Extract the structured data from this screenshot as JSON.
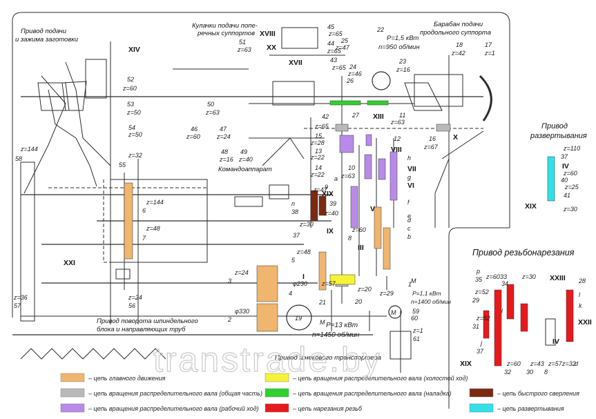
{
  "titles": {
    "feed_clamp": [
      "Привод подачи",
      "и зажима заготовки"
    ],
    "cross_cams": [
      "Кулачки подачи попе-",
      "речных суппортов"
    ],
    "long_drum": [
      "Барабан подачи",
      "продольного суппорта"
    ],
    "reaming": [
      "Привод",
      "развертывания"
    ],
    "threading": "Привод резьбонарезания",
    "rotation": [
      "Привод поворота шпиндельного",
      "блока и направляющих труб"
    ],
    "conveyor": "Привод шнекового транспортера",
    "command": "Командоаппарат"
  },
  "motors": {
    "main": [
      "P=13 кВт",
      "n=1450 об/мин"
    ],
    "top": [
      "P=1,5 кВт",
      "n=950 об/мин"
    ],
    "conv": [
      "P=1,1 кВт",
      "n=1400 об/мин"
    ]
  },
  "numerals": [
    "XIV",
    "XVIII",
    "XX",
    "XVII",
    "XIII",
    "VIII",
    "VII",
    "VI",
    "V",
    "XIX",
    "IX",
    "III",
    "XXI",
    "I",
    "X",
    "IV",
    "XIX",
    "XXIII",
    "XXII",
    "IV",
    "XIX"
  ],
  "labels": [
    "45",
    "z=65",
    "44",
    "z=65",
    "43",
    "z=65",
    "22",
    "51",
    "z=63",
    "52",
    "z=60",
    "53",
    "z=50",
    "54",
    "z=50",
    "50",
    "z=63",
    "46",
    "z=60",
    "47",
    "z=24",
    "48",
    "z=16",
    "49",
    "z=40",
    "25",
    "z=47",
    "24",
    "z=46",
    "23",
    "z=16",
    "26",
    "27",
    "18",
    "z=42",
    "17",
    "z=1",
    "42",
    "z=65",
    "11",
    "z=63",
    "12",
    "16",
    "z=67",
    "15",
    "z=28",
    "13",
    "z=22",
    "14",
    "z=22",
    "10",
    "h",
    "g",
    "f",
    "e",
    "d",
    "c",
    "b",
    "a",
    "9",
    "z=63",
    "z=47",
    "n",
    "39",
    "38",
    "z=40",
    "z=30",
    "37",
    "z=60",
    "8",
    "z=32",
    "55",
    "z=144",
    "58",
    "z=144",
    "6",
    "z=48",
    "7",
    "z=36",
    "57",
    "z=24",
    "56",
    "z=24",
    "3",
    "φ330",
    "2",
    "φ230",
    "4",
    "z=48",
    "5",
    "z=57",
    "21",
    "z=20",
    "20",
    "z=29",
    "19",
    "M",
    "M",
    "M",
    "1",
    "59",
    "60",
    "z=1",
    "61",
    "z=110",
    "37",
    "z=60",
    "40",
    "z=25",
    "41",
    "z=30",
    "p",
    "35",
    "z=52",
    "29",
    "z=52",
    "31",
    "z=60",
    "33",
    "34",
    "z=30",
    "28",
    "l",
    "k",
    "j",
    "37",
    "z=60",
    "32",
    "z=43",
    "30",
    "z=57",
    "8",
    "z=32",
    "d",
    "i",
    "36"
  ],
  "watermark": "transtrade.by",
  "legend": [
    {
      "color": "#f0b56e",
      "text": "– цепь главного движения"
    },
    {
      "color": "#b9b9b9",
      "text": "– цепь вращения распределительного вала (общая часть)"
    },
    {
      "color": "#b98be8",
      "text": "– цепь вращения распределительного вала (рабочий ход)"
    },
    {
      "color": "#f6f237",
      "text": "– цепь вращения распределительного вала (холостой ход)"
    },
    {
      "color": "#2fd12f",
      "text": "– цепь вращения распределительного вала (наладка)"
    },
    {
      "color": "#e8191c",
      "text": "– цепь нарезания резьб"
    },
    {
      "color": "#7b2a12",
      "text": "– цепь быстрого сверления"
    },
    {
      "color": "#33e0ea",
      "text": "– цепь развертывания"
    }
  ]
}
